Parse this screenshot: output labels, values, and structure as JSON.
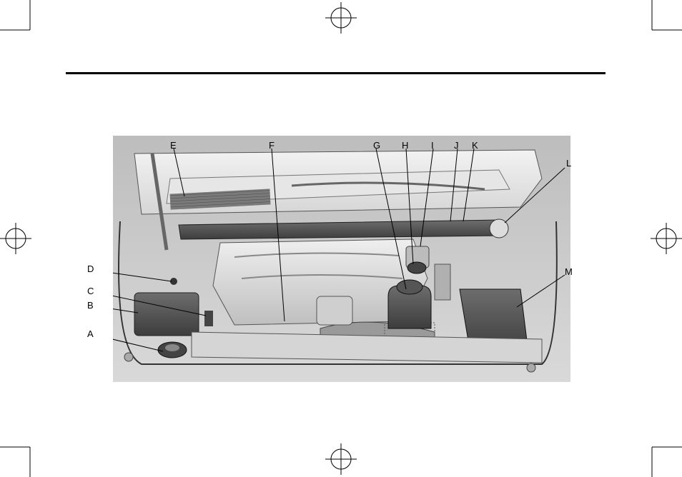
{
  "figure": {
    "callouts": [
      {
        "id": "A",
        "label": "A"
      },
      {
        "id": "B",
        "label": "B"
      },
      {
        "id": "C",
        "label": "C"
      },
      {
        "id": "D",
        "label": "D"
      },
      {
        "id": "E",
        "label": "E"
      },
      {
        "id": "F",
        "label": "F"
      },
      {
        "id": "G",
        "label": "G"
      },
      {
        "id": "H",
        "label": "H"
      },
      {
        "id": "I",
        "label": "I"
      },
      {
        "id": "J",
        "label": "J"
      },
      {
        "id": "K",
        "label": "K"
      },
      {
        "id": "L",
        "label": "L"
      },
      {
        "id": "M",
        "label": "M"
      }
    ]
  }
}
